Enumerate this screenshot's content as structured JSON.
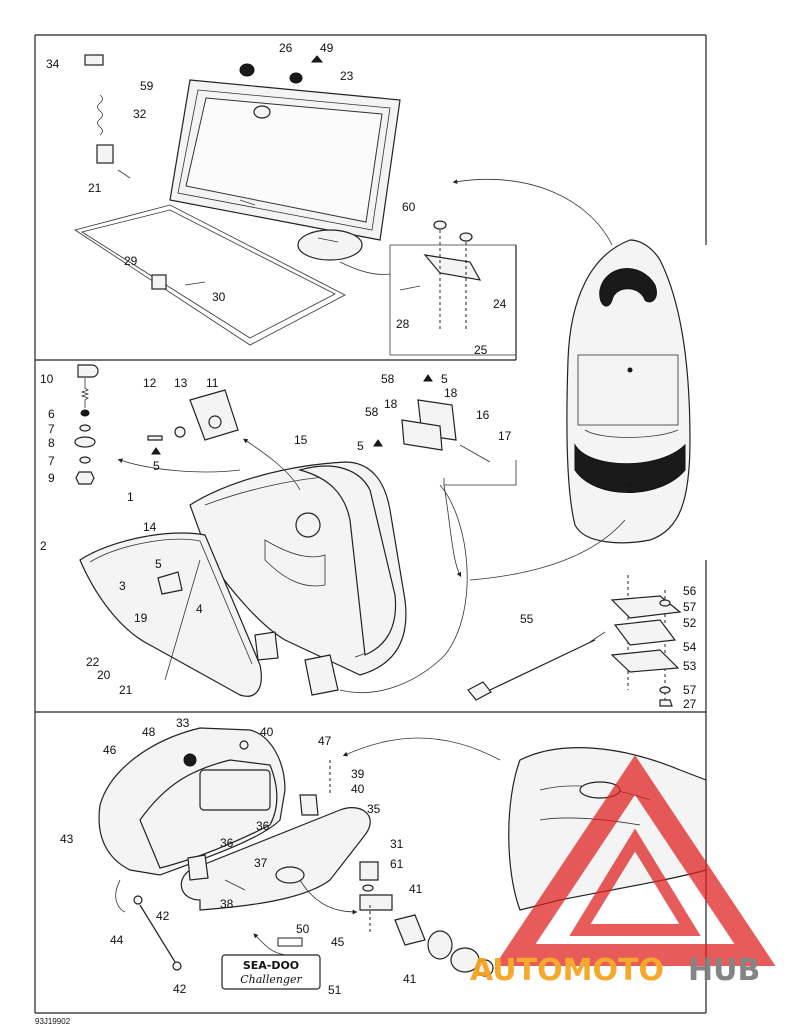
{
  "drawing_code": "93J19902",
  "callouts": {
    "top": [
      "34",
      "26",
      "49",
      "23",
      "59",
      "32",
      "21",
      "60",
      "29",
      "30",
      "24",
      "28",
      "25"
    ],
    "middle": [
      "10",
      "6",
      "7",
      "8",
      "7",
      "9",
      "12",
      "13",
      "11",
      "5",
      "58",
      "5",
      "18",
      "58",
      "18",
      "16",
      "5",
      "17",
      "15",
      "1",
      "14",
      "2",
      "5",
      "3",
      "4",
      "19",
      "22",
      "20",
      "21",
      "55",
      "56",
      "57",
      "52",
      "54",
      "53",
      "57",
      "27"
    ],
    "bottom": [
      "33",
      "40",
      "47",
      "48",
      "46",
      "39",
      "40",
      "35",
      "36",
      "43",
      "36",
      "37",
      "31",
      "61",
      "38",
      "41",
      "42",
      "44",
      "50",
      "45",
      "42",
      "51",
      "41"
    ]
  },
  "logo": {
    "brand": "SEA-DOO",
    "model": "Challenger"
  },
  "watermark": {
    "text_orange": "AUTOMOTO",
    "text_grey": "HUB",
    "colors": {
      "triangle": "#e02020",
      "orange": "#f5a11a",
      "grey": "#7a7a7a"
    }
  }
}
